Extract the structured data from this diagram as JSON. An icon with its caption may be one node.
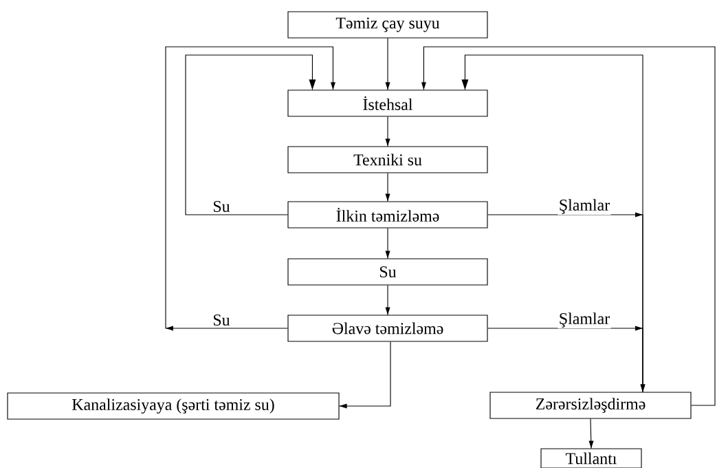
{
  "diagram": {
    "nodes": [
      {
        "text": [
          "Təmiz çay suyu"
        ]
      },
      {
        "text": [
          "İstehsal"
        ]
      },
      {
        "text": [
          "Texniki su"
        ]
      },
      {
        "text": [
          "İlkin təmizləmə"
        ]
      },
      {
        "text": [
          "Su"
        ]
      },
      {
        "text": [
          "Əlavə təmizləmə"
        ]
      },
      {
        "text": [
          "Kanalizasiyaya (şərti təmiz su)"
        ]
      },
      {
        "text": [
          "Zərərsizləşdirmə"
        ]
      },
      {
        "text": [
          "Tullantı"
        ]
      }
    ],
    "edges": [
      {
        "from": 0,
        "to": 1,
        "arrow": "to"
      },
      {
        "from": 1,
        "to": 2,
        "arrow": "to"
      },
      {
        "from": 2,
        "to": 3,
        "arrow": "to"
      },
      {
        "from": 3,
        "to": 4,
        "arrow": "to"
      },
      {
        "from": 4,
        "to": 5,
        "arrow": "to"
      },
      {
        "from": 3,
        "to": 1,
        "arrow": "to",
        "label": "Su"
      },
      {
        "from": 5,
        "to": 1,
        "arrow": "to",
        "label": "Su"
      },
      {
        "from": 3,
        "to": 7,
        "arrow": "to",
        "label": "Şlamlar"
      },
      {
        "from": 5,
        "to": 7,
        "arrow": "to",
        "label": "Şlamlar"
      },
      {
        "from": 7,
        "to": 1,
        "arrow": "to"
      },
      {
        "from": 7,
        "to": 1,
        "arrow": "to"
      },
      {
        "from": 5,
        "to": 6,
        "arrow": "to"
      },
      {
        "from": 7,
        "to": 8,
        "arrow": "to"
      }
    ]
  }
}
